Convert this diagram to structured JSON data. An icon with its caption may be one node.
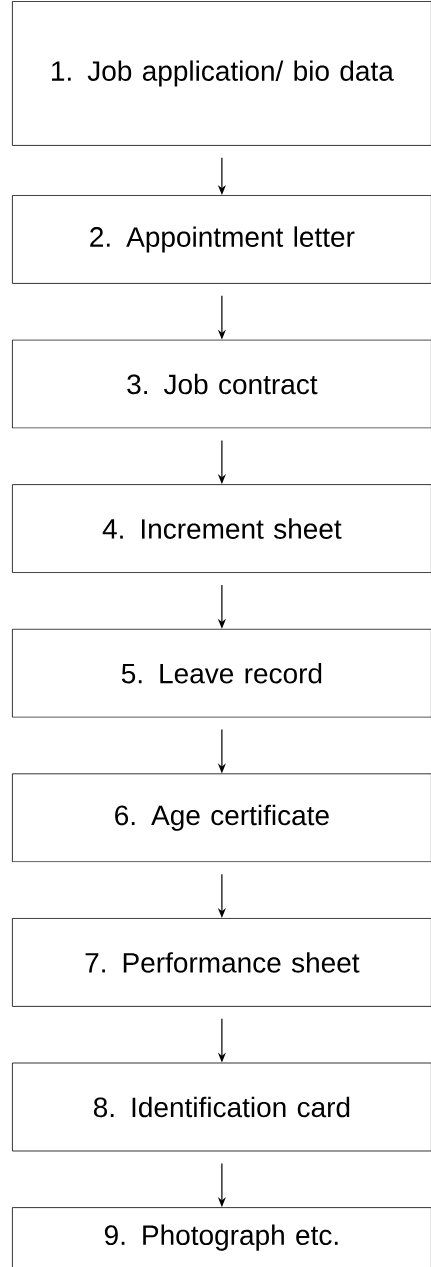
{
  "diagram": {
    "nodes": [
      {
        "text": [
          "1. Job application/ bio data"
        ]
      },
      {
        "text": [
          "2. Appointment letter"
        ]
      },
      {
        "text": [
          "3. Job contract"
        ]
      },
      {
        "text": [
          "4. Increment sheet"
        ]
      },
      {
        "text": [
          "5. Leave record"
        ]
      },
      {
        "text": [
          "6. Age certificate"
        ]
      },
      {
        "text": [
          "7. Performance sheet"
        ]
      },
      {
        "text": [
          "8. Identification card"
        ]
      },
      {
        "text": [
          "9. Photograph etc."
        ]
      }
    ],
    "edges": [
      {
        "from": 0,
        "to": 1,
        "arrow": "to"
      },
      {
        "from": 1,
        "to": 2,
        "arrow": "to"
      },
      {
        "from": 2,
        "to": 3,
        "arrow": "to"
      },
      {
        "from": 3,
        "to": 4,
        "arrow": "to"
      },
      {
        "from": 4,
        "to": 5,
        "arrow": "to"
      },
      {
        "from": 5,
        "to": 6,
        "arrow": "to"
      },
      {
        "from": 6,
        "to": 7,
        "arrow": "to"
      },
      {
        "from": 7,
        "to": 8,
        "arrow": "to"
      }
    ]
  }
}
